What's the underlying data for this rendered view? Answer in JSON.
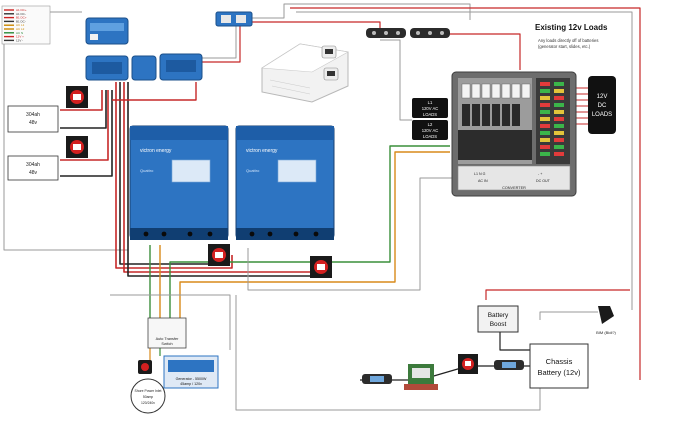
{
  "title": {
    "main": "Existing 12v Loads",
    "note_line1": "Any loads directly off of batteries",
    "note_line2": "(generator start, slides, etc.)"
  },
  "dc_loads": {
    "line1": "12V",
    "line2": "DC",
    "line3": "LOADS"
  },
  "ac_loads": {
    "l1_line1": "L1",
    "l1_line2": "120V AC",
    "l1_line3": "LOADS",
    "l2_line1": "L2",
    "l2_line2": "120V AC",
    "l2_line3": "LOADS"
  },
  "converter": {
    "label": "CONVERTER",
    "ac_in_terms": "L1   N   G",
    "ac_in": "AC IN",
    "dc_out_terms": "-   +",
    "dc_out": "DC OUT"
  },
  "batteries": [
    {
      "line1": "304ah",
      "line2": "48v"
    },
    {
      "line1": "304ah",
      "line2": "48v"
    }
  ],
  "inverter_brand": "victron energy",
  "inverter_model": "Quattro",
  "ats": {
    "line1": "Auto Transfer",
    "line2": "Switch"
  },
  "generator": {
    "line1": "Generator - 5500W",
    "line2": "45amp / 120v"
  },
  "shore": {
    "line1": "Shore Power Inlet",
    "line2": "50amp",
    "line3": "120/240v"
  },
  "battery_boost": {
    "line1": "Battery",
    "line2": "Boost"
  },
  "chassis_battery": {
    "line1": "Chassis",
    "line2": "Battery (12v)"
  },
  "bim": "BIM (Bidi?)",
  "wire_legend": [
    {
      "label": "A1 DC+",
      "color": "#cc2222"
    },
    {
      "label": "A1 DC-",
      "color": "#333333"
    },
    {
      "label": "B1 DC+",
      "color": "#cc2222"
    },
    {
      "label": "B1 DC-",
      "color": "#333333"
    },
    {
      "label": "AC L1",
      "color": "#cc8800"
    },
    {
      "label": "AC L2",
      "color": "#cc8800"
    },
    {
      "label": "AC N",
      "color": "#2a8a3a"
    },
    {
      "label": "12V +",
      "color": "#cc2222"
    },
    {
      "label": "12V -",
      "color": "#333333"
    }
  ],
  "colors": {
    "victron_blue": "#2d74c2",
    "red_wire": "#c62828",
    "black_wire": "#222222",
    "green_wire": "#3a8f3a",
    "orange_wire": "#d98a1a",
    "grey_wire": "#9a9a9a"
  }
}
